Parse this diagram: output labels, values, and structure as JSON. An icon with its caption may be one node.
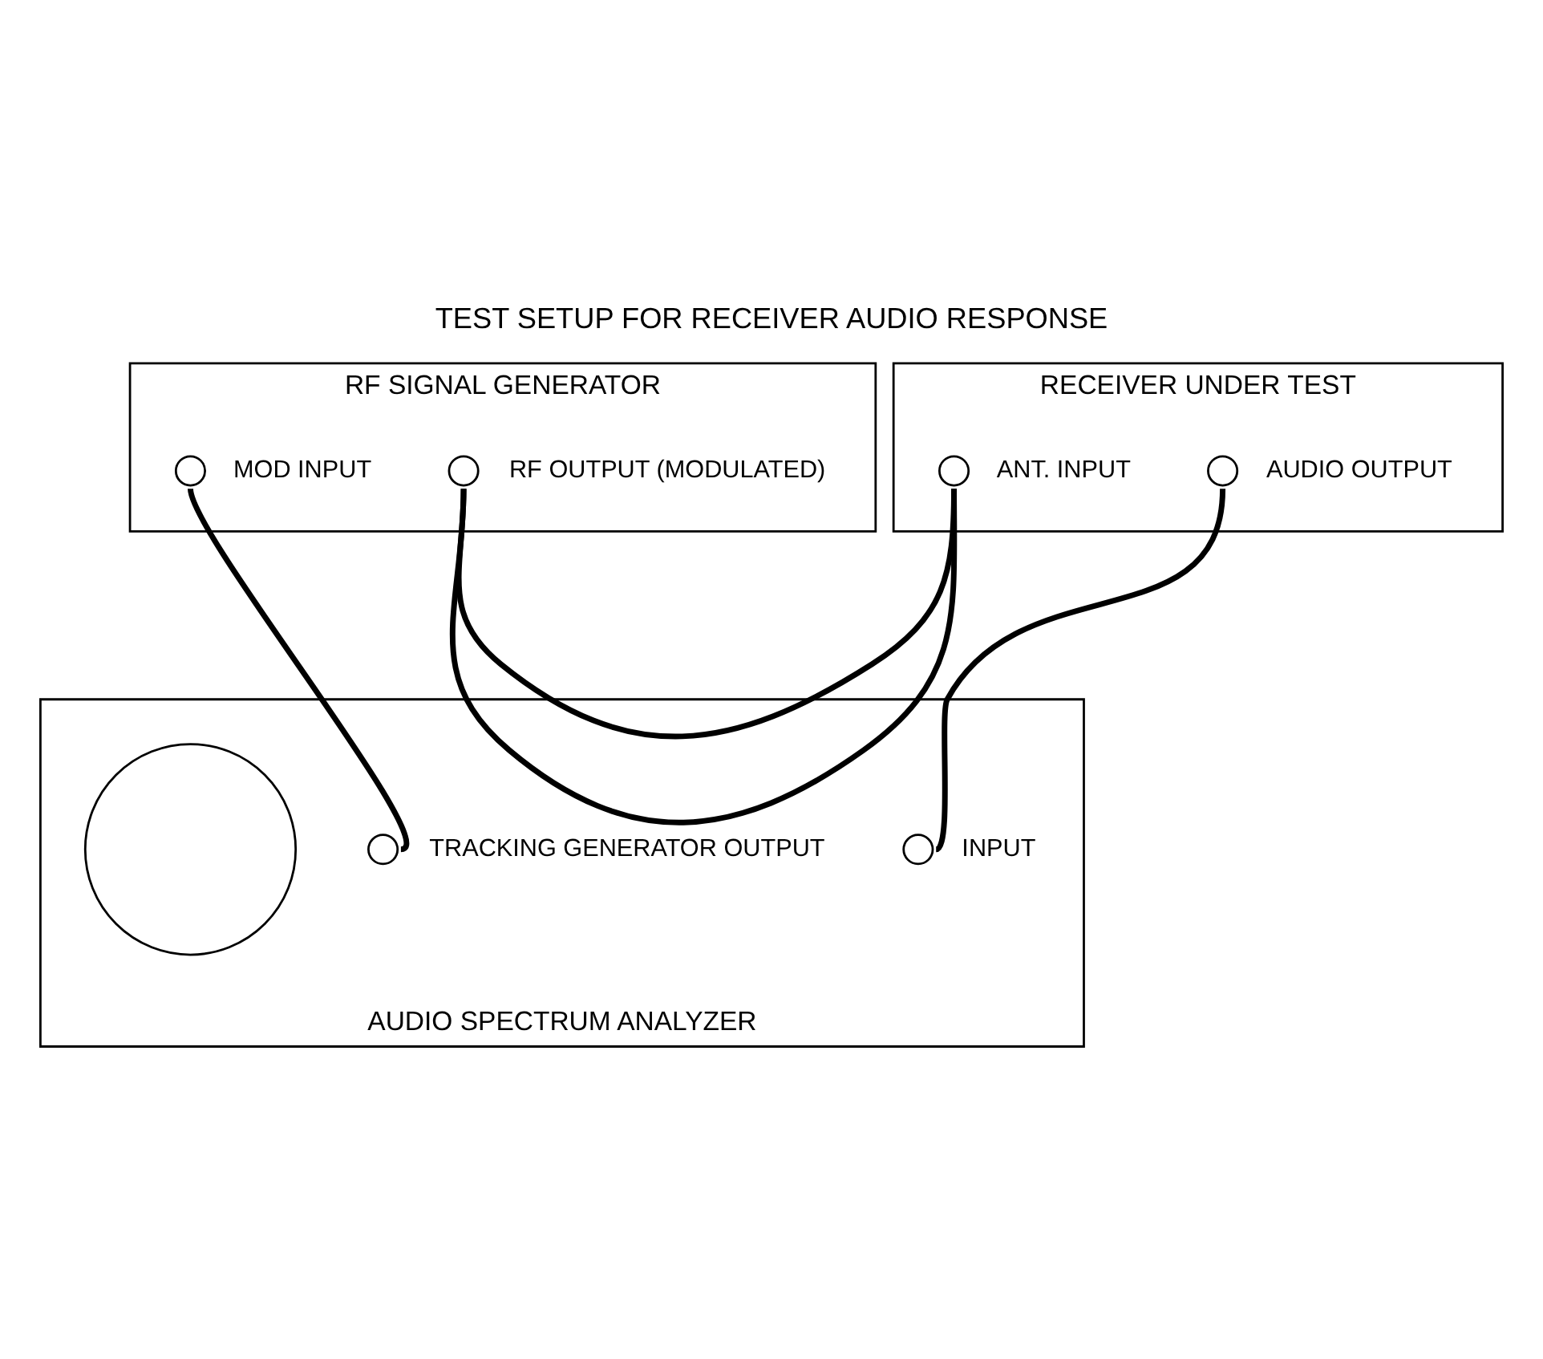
{
  "diagram": {
    "title": "TEST SETUP FOR RECEIVER AUDIO RESPONSE",
    "nodes": [
      {
        "text": [
          "RF SIGNAL GENERATOR"
        ]
      },
      {
        "text": [],
        "shape": "circle",
        "in": 0,
        "beside": [
          "MOD INPUT"
        ]
      },
      {
        "text": [],
        "shape": "circle",
        "in": 0,
        "beside": [
          "RF OUTPUT (MODULATED)"
        ]
      },
      {
        "text": [
          "RECEIVER UNDER TEST"
        ]
      },
      {
        "text": [],
        "shape": "circle",
        "in": 3,
        "beside": [
          "ANT. INPUT"
        ]
      },
      {
        "text": [],
        "shape": "circle",
        "in": 3,
        "beside": [
          "AUDIO OUTPUT"
        ]
      },
      {
        "text": [
          "AUDIO SPECTRUM ANALYZER"
        ]
      },
      {
        "text": [],
        "shape": "circle",
        "in": 6
      },
      {
        "text": [],
        "shape": "circle",
        "in": 6,
        "beside": [
          "TRACKING GENERATOR OUTPUT"
        ]
      },
      {
        "text": [],
        "shape": "circle",
        "in": 6,
        "beside": [
          "INPUT"
        ]
      }
    ],
    "edges": [
      {
        "from": 2,
        "to": 4,
        "arrow": "none"
      },
      {
        "from": 1,
        "to": 8,
        "arrow": "none"
      },
      {
        "from": 5,
        "to": 9,
        "arrow": "none"
      }
    ]
  }
}
